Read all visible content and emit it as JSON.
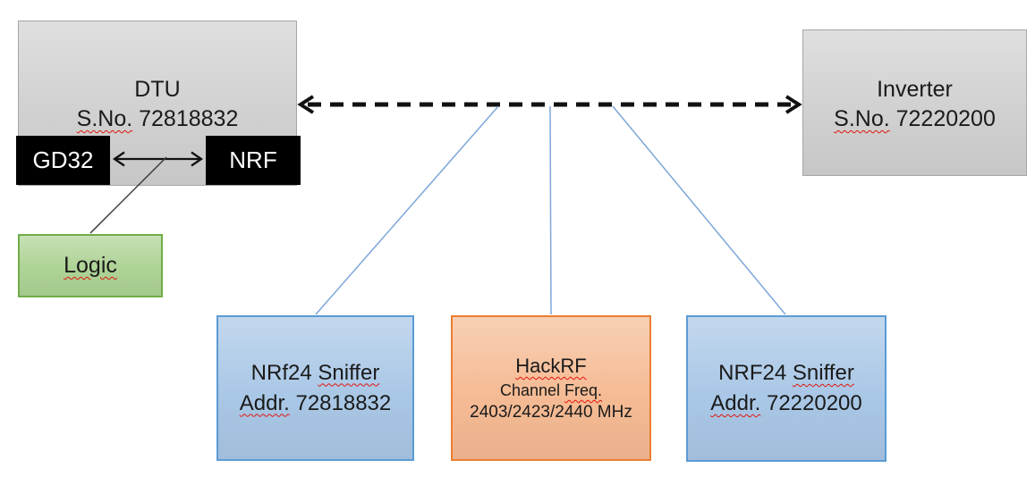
{
  "colors": {
    "canvas-bg": "#ffffff",
    "gray-fill": "#d1d1d1",
    "gray-border": "#a6a6a6",
    "chip-bg": "#000000",
    "chip-text": "#ffffff",
    "green-fill": "#aed395",
    "green-border": "#70ad47",
    "blue-fill": "#a9c7e6",
    "blue-border": "#5b9bd5",
    "orange-fill": "#f5bb94",
    "orange-border": "#ed7d31",
    "connector-blue": "#7ea6d9",
    "arrow-black": "#111111",
    "line-dark": "#3b3b3b",
    "squiggle-red": "#e3140c",
    "text-dark": "#1a1a1a"
  },
  "dtu": {
    "title": "DTU",
    "serial_label": "S.No.",
    "serial_number": "72818832",
    "chip_left": "GD32",
    "chip_right": "NRF"
  },
  "logic": {
    "label": "Logic"
  },
  "inverter": {
    "title": "Inverter",
    "serial_label": "S.No.",
    "serial_number": "72220200"
  },
  "sniffer_left": {
    "name": "NRf24",
    "name_word": "Sniffer",
    "addr_label": "Addr.",
    "addr_value": "72818832"
  },
  "hackrf": {
    "title": "HackRF",
    "freq_label": "Channel",
    "freq_word": "Freq.",
    "frequencies": "2403/2423/2440 MHz"
  },
  "sniffer_right": {
    "name": "NRF24",
    "name_word": "Sniffer",
    "addr_label": "Addr.",
    "addr_value": "72220200"
  }
}
